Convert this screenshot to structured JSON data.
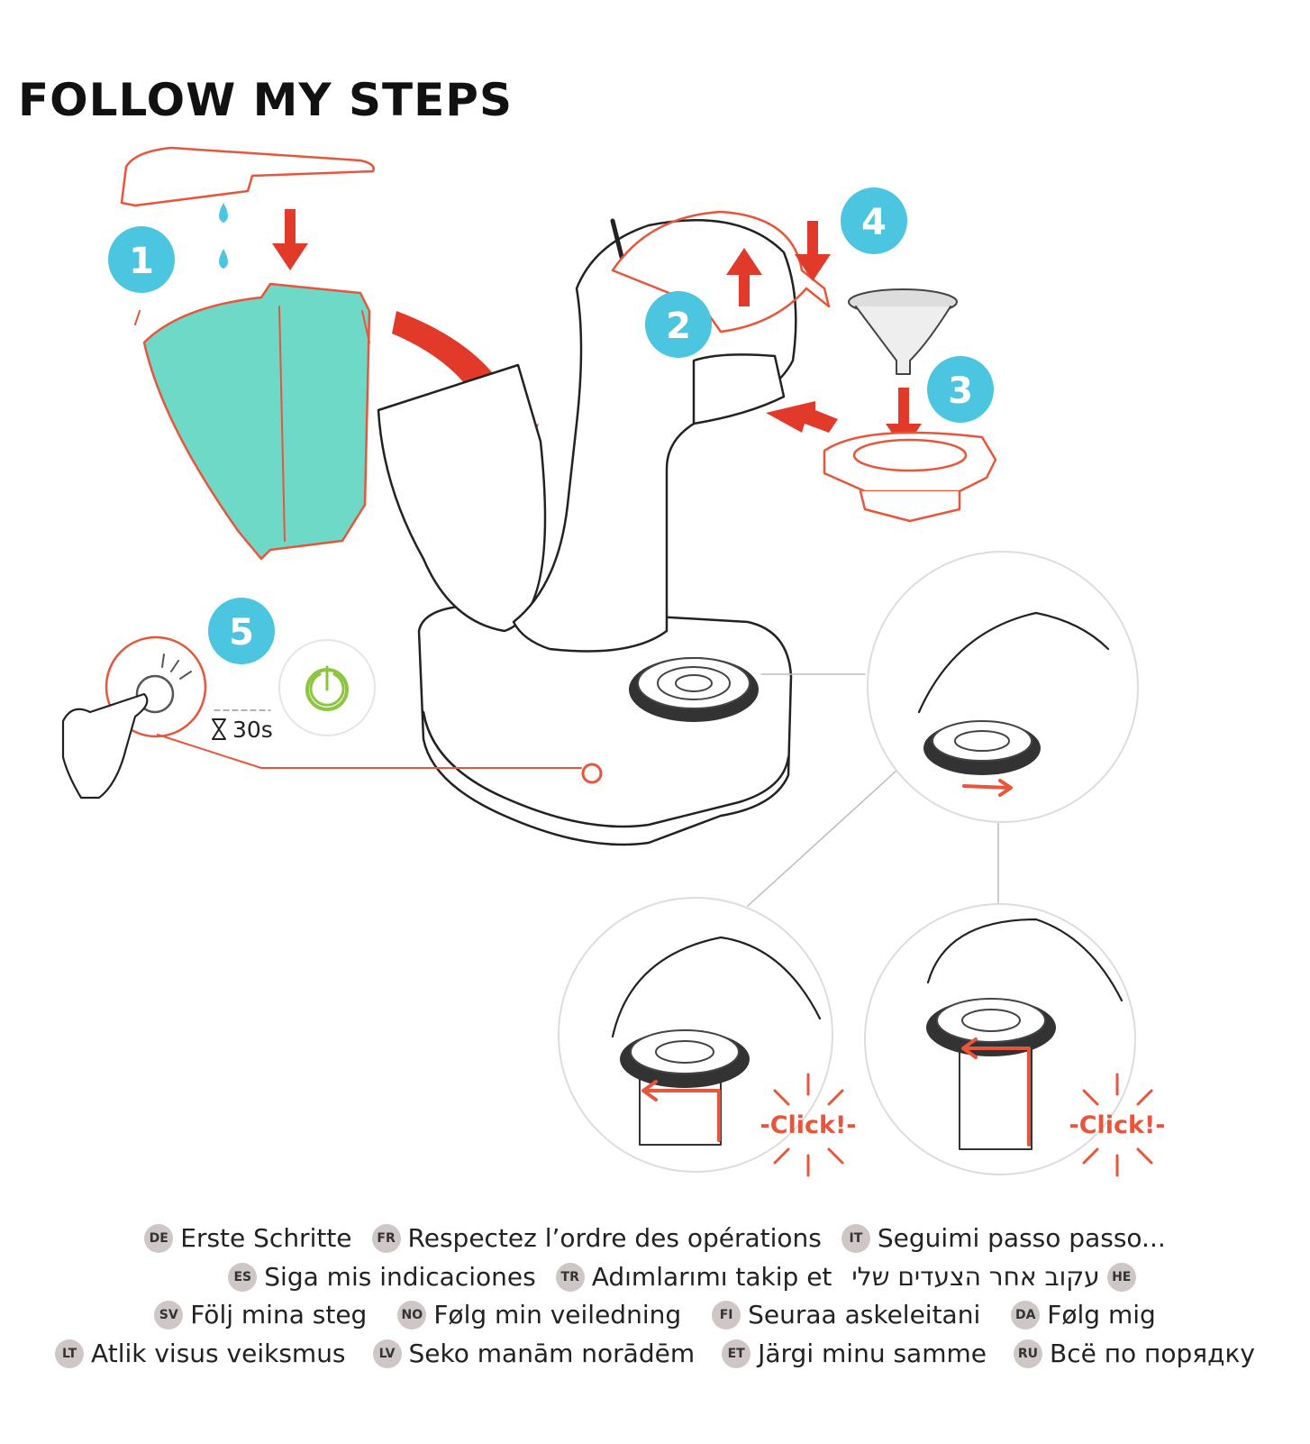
{
  "title": "FOLLOW MY STEPS",
  "illustration": {
    "steps": [
      "1",
      "2",
      "3",
      "4",
      "5"
    ],
    "timer": "30s",
    "click_labels": [
      "-Click!-",
      "-Click!-"
    ],
    "colors": {
      "step_badge": "#4cc6e0",
      "accent": "#e8553a",
      "water": "#6fd9c8",
      "power_green": "#8cc63f"
    }
  },
  "languages": [
    [
      {
        "code": "DE",
        "text": "Erste Schritte"
      },
      {
        "code": "FR",
        "text": "Respectez l’ordre des opérations"
      },
      {
        "code": "IT",
        "text": "Seguimi passo passo..."
      }
    ],
    [
      {
        "code": "ES",
        "text": "Siga mis indicaciones"
      },
      {
        "code": "TR",
        "text": "Adımlarımı takip et"
      },
      {
        "code": "HE",
        "text": "עקוב אחר הצעדים שלי"
      }
    ],
    [
      {
        "code": "SV",
        "text": "Följ mina steg"
      },
      {
        "code": "NO",
        "text": "Følg min veiledning"
      },
      {
        "code": "FI",
        "text": "Seuraa askeleitani"
      },
      {
        "code": "DA",
        "text": "Følg mig"
      }
    ],
    [
      {
        "code": "LT",
        "text": "Atlik visus veiksmus"
      },
      {
        "code": "LV",
        "text": "Seko manām norādēm"
      },
      {
        "code": "ET",
        "text": "Järgi minu samme"
      },
      {
        "code": "RU",
        "text": "Всё по порядку"
      }
    ]
  ]
}
